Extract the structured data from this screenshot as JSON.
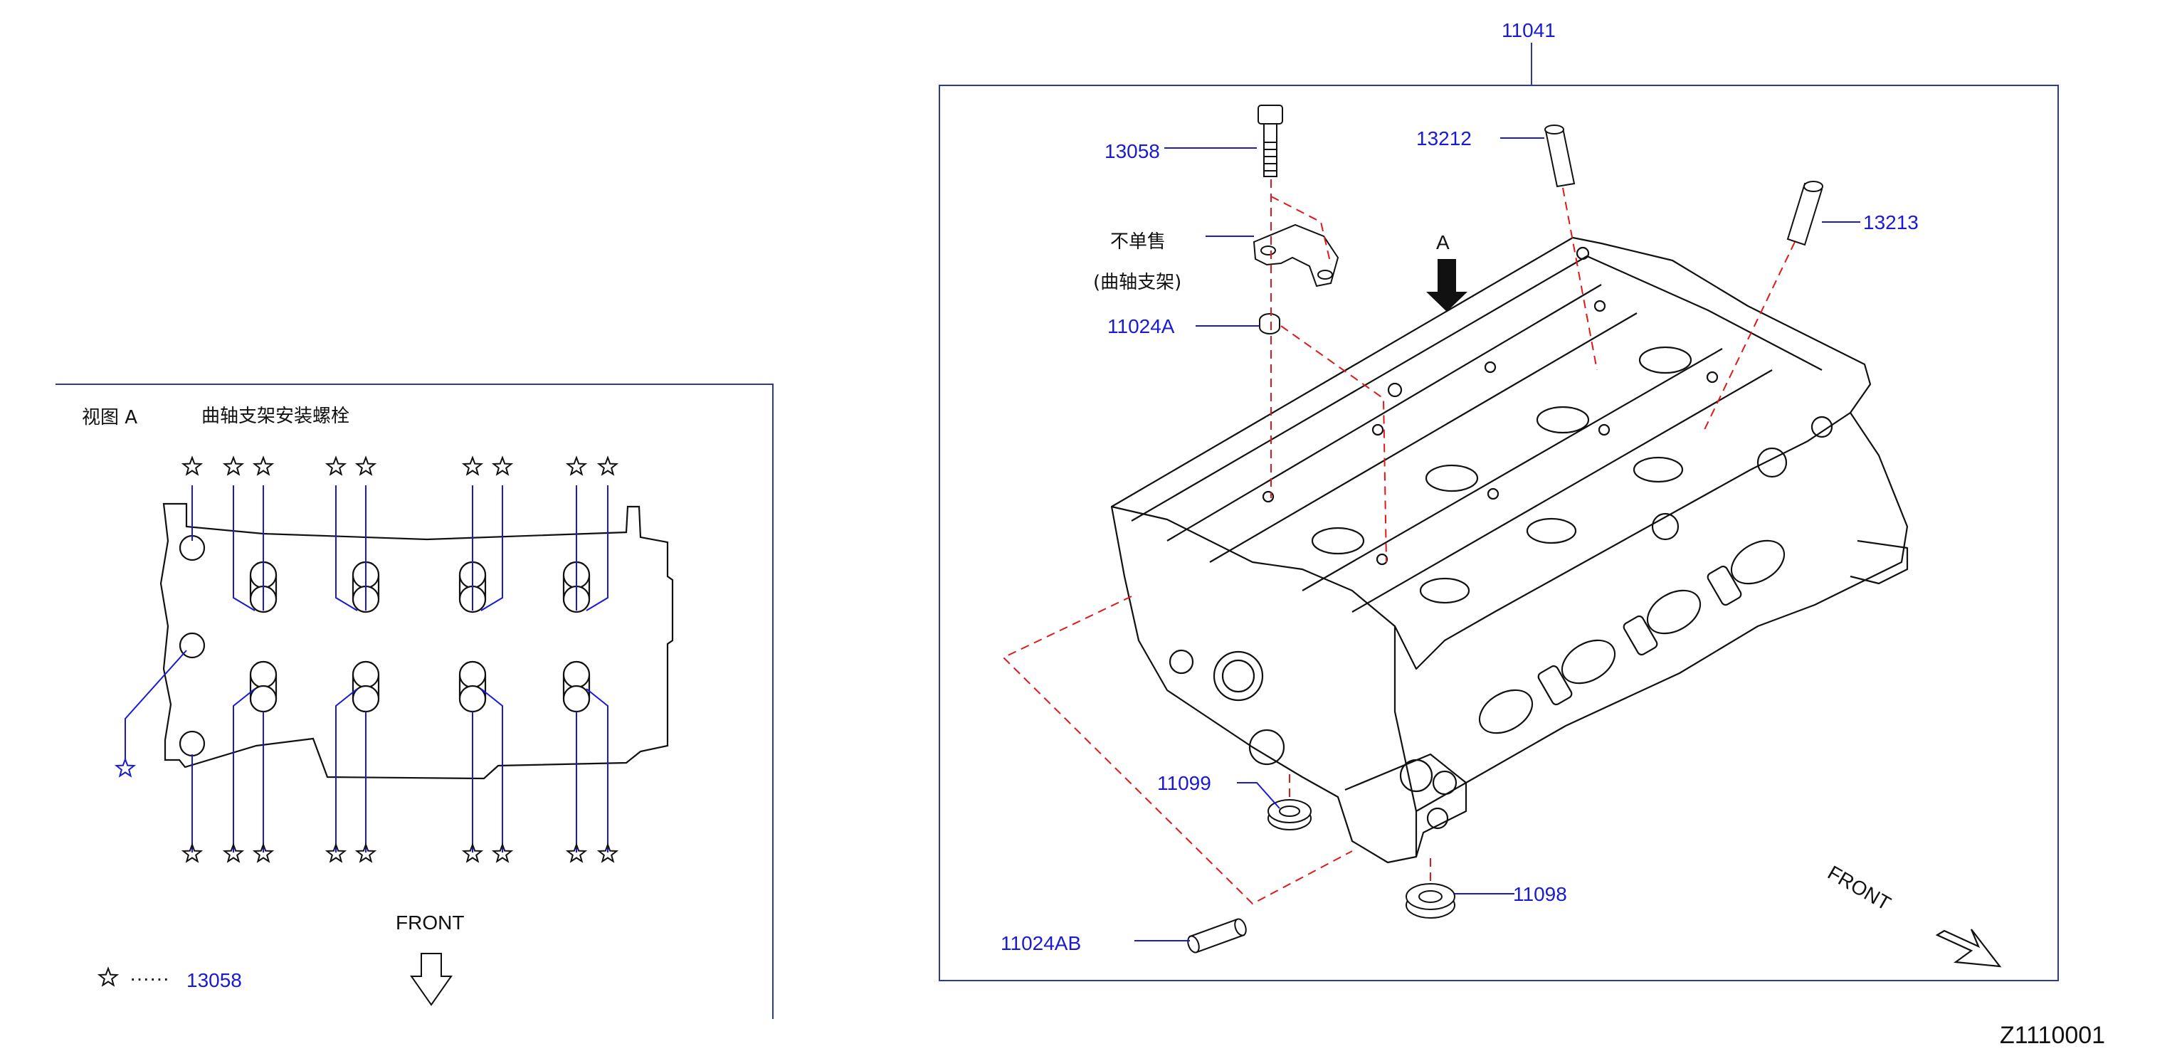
{
  "view_a": {
    "title": "视图 A",
    "subtitle": "曲轴支架安装螺栓",
    "front_label": "FRONT",
    "legend_symbol": "☆",
    "legend_dots": "······",
    "legend_part": "13058"
  },
  "main": {
    "frame_part": "11041",
    "view_arrow_label": "A",
    "front_label": "FRONT",
    "not_sold_line1": "不单售",
    "not_sold_line2": "(曲轴支架)",
    "parts": {
      "bolt": "13058",
      "guide_a": "13212",
      "guide_b": "13213",
      "dowel_top": "11024A",
      "plug_small": "11099",
      "plug_large": "11098",
      "dowel_bottom": "11024AB"
    }
  },
  "figure_code": "Z1110001",
  "colors": {
    "callout_text": "#1a1ad6",
    "leader_line": "#1a1ad6",
    "frame_line": "#2a3a9a",
    "dash_line": "#e01818",
    "drawing": "#111111"
  }
}
